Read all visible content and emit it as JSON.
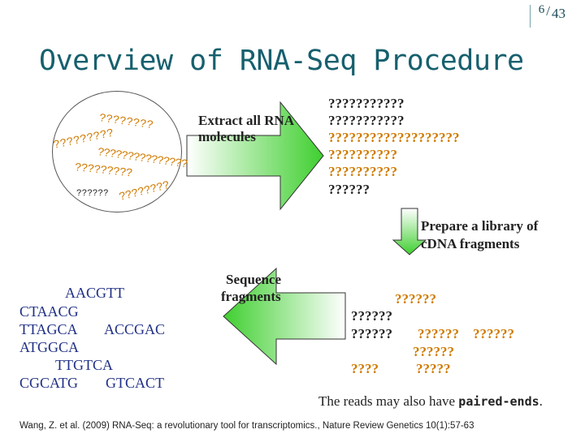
{
  "page": {
    "current": "6",
    "separator": "/",
    "total": "43"
  },
  "title": "Overview of RNA-Seq Procedure",
  "oval_rnas": [
    {
      "text": "?????????",
      "color": "orange"
    },
    {
      "text": "????????",
      "color": "orange"
    },
    {
      "text": "???????????????",
      "color": "orange"
    },
    {
      "text": "?????????",
      "color": "orange"
    },
    {
      "text": "??????",
      "color": "black"
    },
    {
      "text": "????????",
      "color": "orange"
    }
  ],
  "extract_label": [
    "Extract all RNA",
    "molecules"
  ],
  "extracted_rnas": [
    "???????????",
    "???????????",
    "???????????????????",
    "??????????",
    "??????????",
    "??????"
  ],
  "library_label": [
    "Prepare a library of",
    "cDNA fragments"
  ],
  "sequence_label": [
    "Sequence",
    "fragments"
  ],
  "fragments": [
    "??????",
    "??????",
    "??????",
    "??????",
    "??????",
    "??????",
    "????",
    "?????"
  ],
  "reads": [
    "AACGTT",
    "CTAACG",
    "TTAGCA",
    "ACCGAC",
    "ATGGCA",
    "TTGTCA",
    "CGCATG",
    "GTCACT"
  ],
  "note": {
    "prefix": "The reads may also have ",
    "bold": "paired-ends",
    "suffix": "."
  },
  "citation": "Wang, Z. et al. (2009) RNA-Seq: a revolutionary tool for transcriptomics., Nature Review Genetics 10(1):57-63",
  "colors": {
    "title": "#17606e",
    "rna": "#d07a00",
    "reads": "#1f2f86",
    "arrow": "#4cd137"
  }
}
